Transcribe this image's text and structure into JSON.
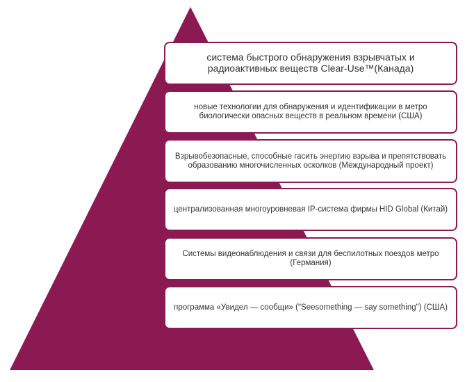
{
  "colors": {
    "pyramid_fill": "#8b1a52",
    "box_border": "#8b1a52",
    "box_fill": "#ffffff",
    "text": "#333333"
  },
  "levels": [
    {
      "text": "система быстрого обнаружения взрывчатых и радиоактивных веществ Clear-Use™(Канада)"
    },
    {
      "text": "новые технологии для обнаружения и идентификации в метро биологически опасных веществ в реальном времени (США)"
    },
    {
      "text": "Взрывобезопасные, способные гасить энергию взрыва и препятствовать образованию многочисленных осколков (Международный проект)"
    },
    {
      "text": "централизованная многоуровневая IP-система фирмы HID Global (Китай)"
    },
    {
      "text": "Системы видеонаблюдения и связи для беспилотных поездов метро (Германия)"
    },
    {
      "text": "программа «Увидел — сообщи» (\"Seesomething — say something\") (США)"
    }
  ]
}
